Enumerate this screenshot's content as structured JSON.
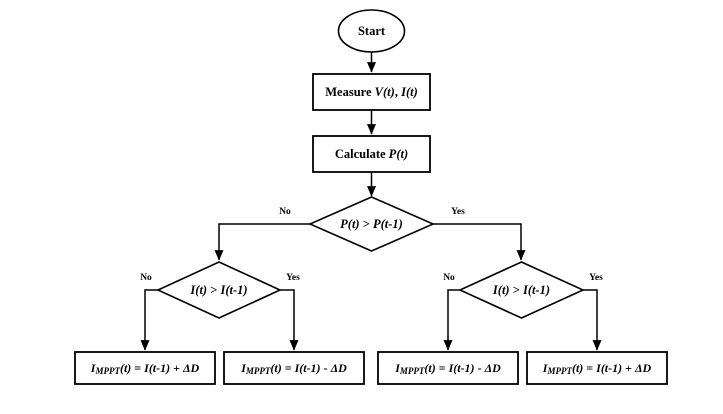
{
  "diagram": {
    "title": "MPPT Perturb and Observe Flowchart",
    "type": "flowchart",
    "background_color": "#ffffff",
    "line_color": "#000000",
    "text_color": "#000000"
  },
  "nodes": {
    "start": {
      "shape": "ellipse",
      "label": "Start"
    },
    "measure": {
      "shape": "process",
      "label_prefix": "Measure ",
      "label_var1": "V",
      "label_arg1": "(t)",
      "label_sep": ", ",
      "label_var2": "I",
      "label_arg2": "(t)",
      "label_plain": "Measure V(t), I(t)"
    },
    "calculate": {
      "shape": "process",
      "label_prefix": "Calculate ",
      "label_var1": "P",
      "label_arg1": "(t)",
      "label_plain": "Calculate P(t)"
    },
    "decision_power": {
      "shape": "decision",
      "label_plain": "P(t) > P(t-1)",
      "var": "P",
      "arg_now": "(t)",
      "op": " > ",
      "arg_prev": "(t-1)"
    },
    "decision_current_left": {
      "shape": "decision",
      "label_plain": "I(t) > I(t-1)",
      "var": "I",
      "arg_now": "(t)",
      "op": " > ",
      "arg_prev": "(t-1)"
    },
    "decision_current_right": {
      "shape": "decision",
      "label_plain": "I(t) > I(t-1)",
      "var": "I",
      "arg_now": "(t)",
      "op": " > ",
      "arg_prev": "(t-1)"
    },
    "action_1": {
      "shape": "process",
      "label_plain": "IMPPT(t) = I(t-1) + ΔD",
      "lhs_var": "I",
      "lhs_sub": "MPPT",
      "lhs_arg": "(t)",
      "equals": " = ",
      "rhs_var": "I",
      "rhs_arg": "(t-1)",
      "operator": " + ",
      "delta": "ΔD"
    },
    "action_2": {
      "shape": "process",
      "label_plain": "IMPPT(t) = I(t-1) - ΔD",
      "lhs_var": "I",
      "lhs_sub": "MPPT",
      "lhs_arg": "(t)",
      "equals": " = ",
      "rhs_var": "I",
      "rhs_arg": "(t-1)",
      "operator": " - ",
      "delta": "ΔD"
    },
    "action_3": {
      "shape": "process",
      "label_plain": "IMPPT(t) = I(t-1) - ΔD",
      "lhs_var": "I",
      "lhs_sub": "MPPT",
      "lhs_arg": "(t)",
      "equals": " = ",
      "rhs_var": "I",
      "rhs_arg": "(t-1)",
      "operator": " - ",
      "delta": "ΔD"
    },
    "action_4": {
      "shape": "process",
      "label_plain": "IMPPT(t) = I(t-1) + ΔD",
      "lhs_var": "I",
      "lhs_sub": "MPPT",
      "lhs_arg": "(t)",
      "equals": " = ",
      "rhs_var": "I",
      "rhs_arg": "(t-1)",
      "operator": " + ",
      "delta": "ΔD"
    }
  },
  "edge_labels": {
    "power_no": "No",
    "power_yes": "Yes",
    "left_no": "No",
    "left_yes": "Yes",
    "right_no": "No",
    "right_yes": "Yes"
  }
}
